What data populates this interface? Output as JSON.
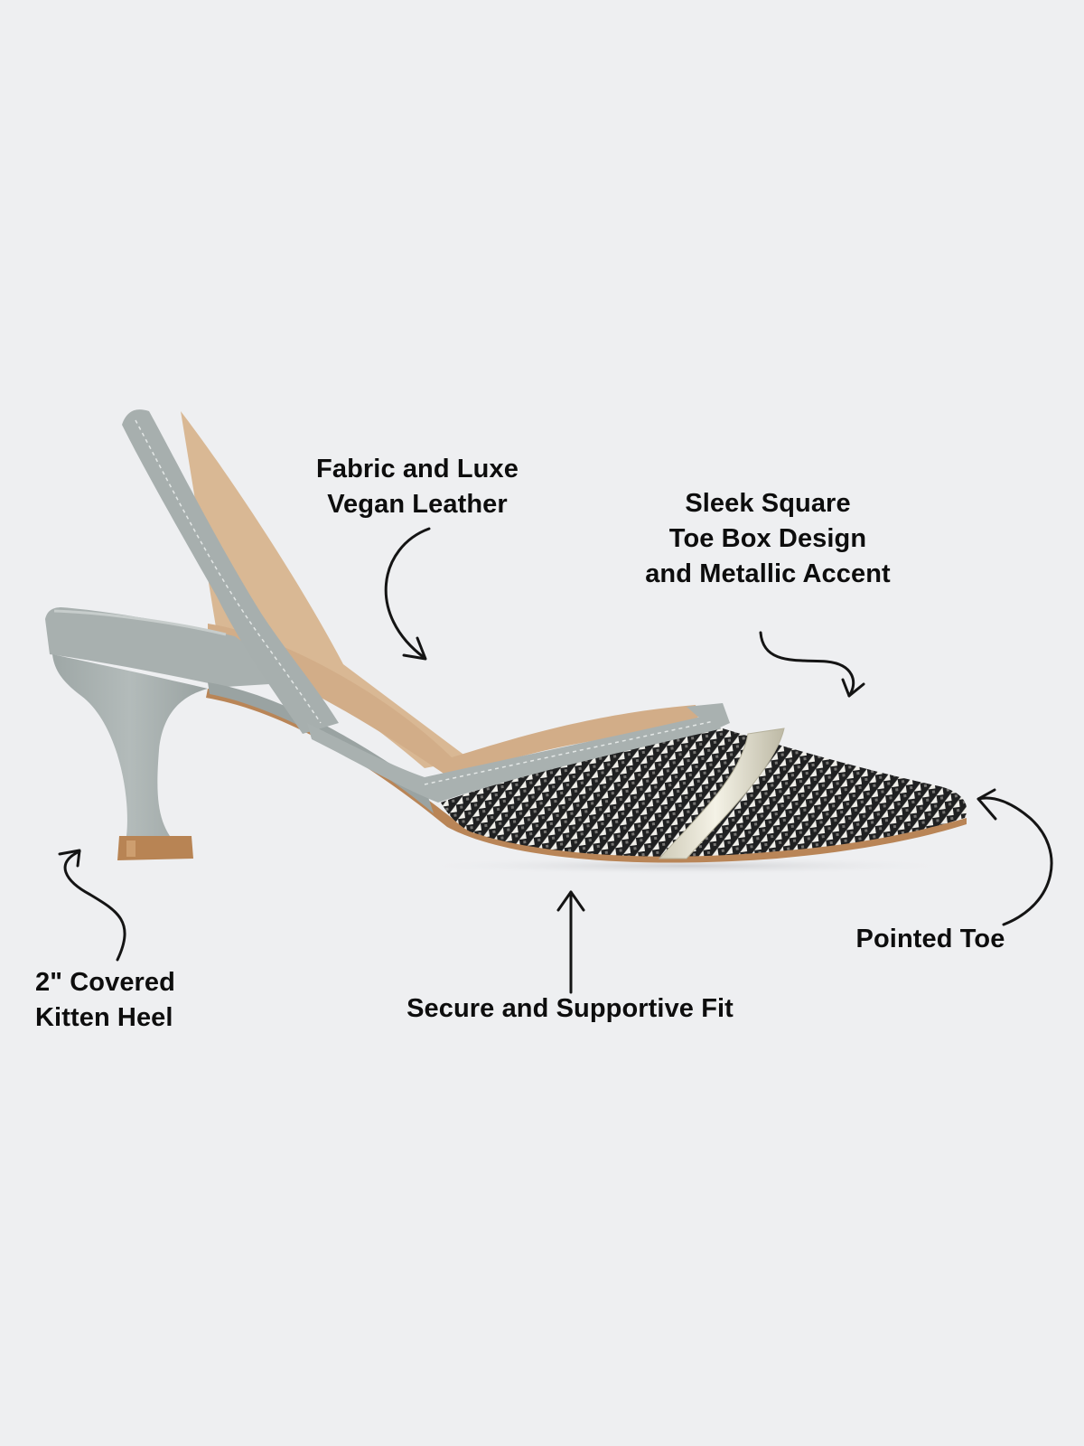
{
  "background_color": "#eeeff1",
  "product": {
    "name": "houndstooth-slingback-kitten-heel-pump",
    "colors": {
      "leather_gray": "#a9b1b0",
      "lining_tan": "#d7b593",
      "sole_brown": "#b98557",
      "houndstooth_dark": "#1e1f20",
      "houndstooth_light": "#f1f0ec",
      "houndstooth_mid": "#8a8986",
      "metallic_accent": "#e6e3d3"
    }
  },
  "annotations": [
    {
      "id": "fabric",
      "lines": [
        "Fabric and Luxe",
        "Vegan Leather"
      ],
      "arrow": "curved-down-right"
    },
    {
      "id": "sleek",
      "lines": [
        "Sleek Square",
        "Toe Box Design",
        "and Metallic Accent"
      ],
      "arrow": "wavy-down-right"
    },
    {
      "id": "heel",
      "lines": [
        "2\" Covered",
        "Kitten Heel"
      ],
      "arrow": "wavy-up-left"
    },
    {
      "id": "secure",
      "lines": [
        "Secure and Supportive Fit"
      ],
      "arrow": "straight-up"
    },
    {
      "id": "toe",
      "lines": [
        "Pointed Toe"
      ],
      "arrow": "curved-up-left"
    }
  ]
}
